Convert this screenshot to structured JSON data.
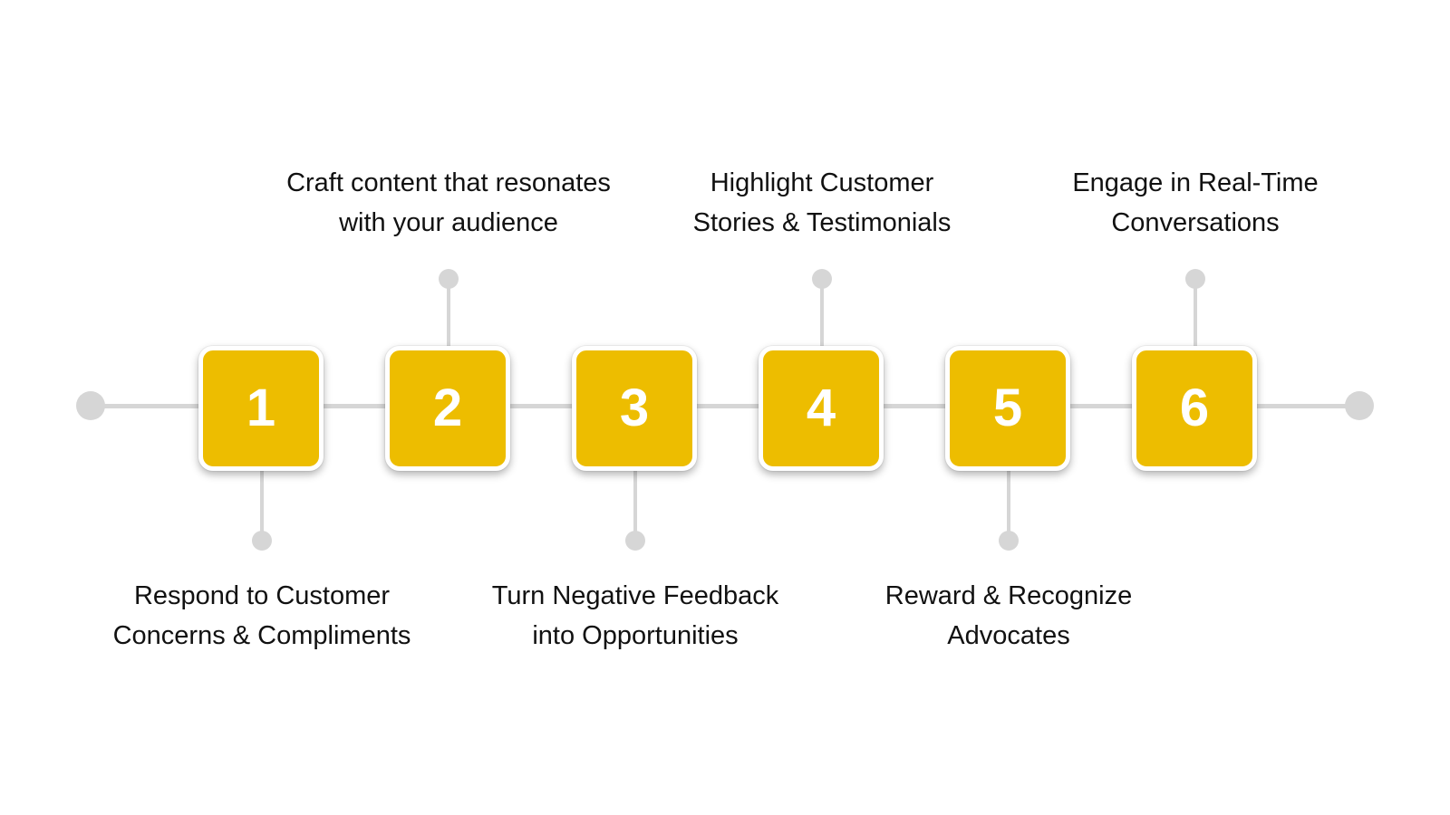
{
  "colors": {
    "box_fill": "#edbd00",
    "box_border": "#ffffff",
    "connector": "#d6d6d6",
    "number_text": "#ffffff",
    "label_text": "#111111"
  },
  "steps": [
    {
      "number": "1",
      "label_line1": "Respond to Customer",
      "label_line2": "Concerns & Compliments",
      "label_position": "below"
    },
    {
      "number": "2",
      "label_line1": "Craft content that resonates",
      "label_line2": "with your audience",
      "label_position": "above"
    },
    {
      "number": "3",
      "label_line1": "Turn Negative Feedback",
      "label_line2": "into Opportunities",
      "label_position": "below"
    },
    {
      "number": "4",
      "label_line1": "Highlight Customer",
      "label_line2": "Stories & Testimonials",
      "label_position": "above"
    },
    {
      "number": "5",
      "label_line1": "Reward & Recognize",
      "label_line2": "Advocates",
      "label_position": "below"
    },
    {
      "number": "6",
      "label_line1": "Engage in Real-Time",
      "label_line2": "Conversations",
      "label_position": "above"
    }
  ]
}
